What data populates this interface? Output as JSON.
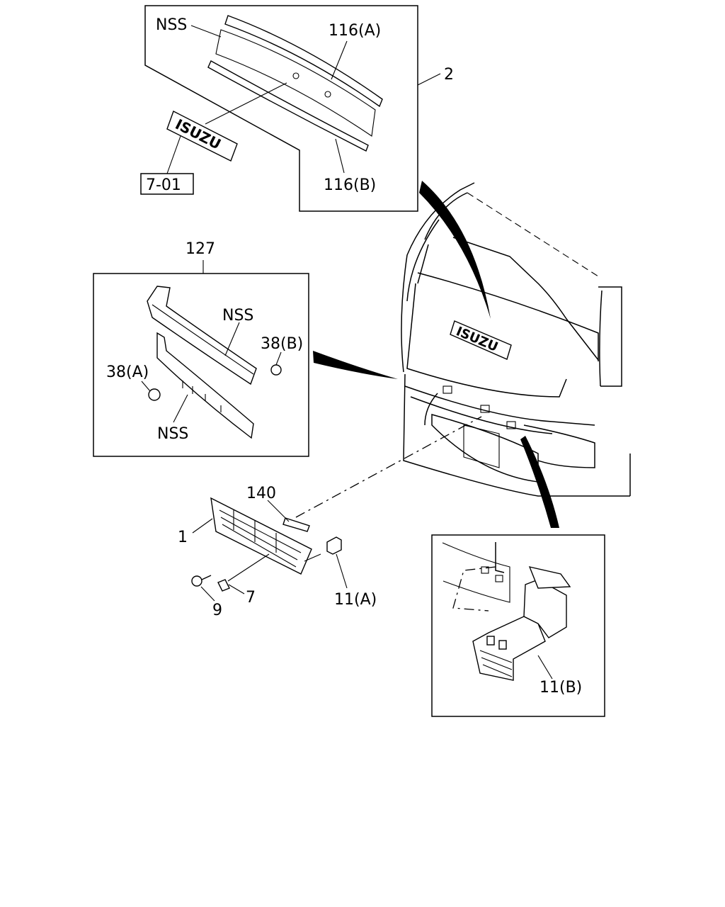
{
  "labels": {
    "nss_top": "NSS",
    "p116a": "116(A)",
    "p2": "2",
    "ref701": "7-01",
    "p116b": "116(B)",
    "p127": "127",
    "nss_mid_top": "NSS",
    "p38b": "38(B)",
    "p38a": "38(A)",
    "nss_mid_bot": "NSS",
    "p140": "140",
    "p1": "1",
    "p7": "7",
    "p9": "9",
    "p11a": "11(A)",
    "p11b": "11(B)"
  },
  "emblem_text": "ISUZU"
}
